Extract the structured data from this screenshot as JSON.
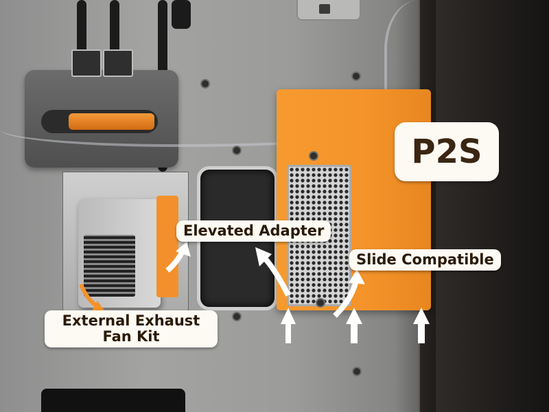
{
  "annotations": {
    "title": "P2S",
    "elevated_adapter": "Elevated Adapter",
    "slide_compatible": "Slide Compatible",
    "external_fan_line1": "External Exhaust",
    "external_fan_line2": "Fan Kit"
  },
  "colors": {
    "accent_orange": "#f4932a",
    "label_background": "#fdfaf4",
    "label_text": "#2a1a06",
    "arrow": "#ffffff"
  },
  "icons": {
    "arrow": "up-arrow-icon"
  }
}
